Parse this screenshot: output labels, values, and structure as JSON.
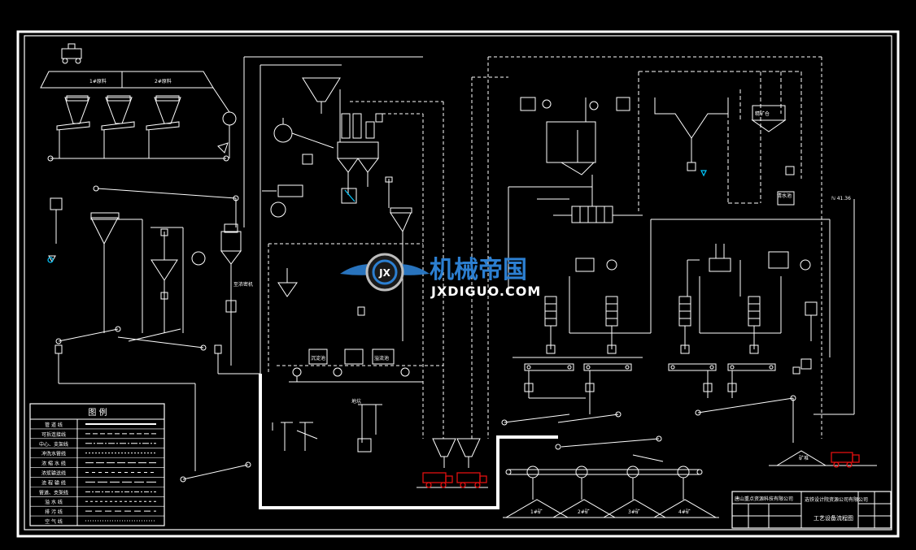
{
  "legend": {
    "title": "图    例",
    "rows": [
      "管 道 线",
      "可拆连接线",
      "中心、支架线",
      "冲洗水管线",
      "浓 缩 水 线",
      "浓浆输送线",
      "流 程 输 线",
      "管道、支架线",
      "溢 水 线",
      "排 污 线",
      "空 气 线"
    ]
  },
  "title_block": {
    "company": "唐山重点资源科技有限公司",
    "sub_company": "选铁设计院资源公司有限公司",
    "drawing_title": "工艺设备流程图",
    "cells": [
      "",
      "",
      "",
      "",
      "",
      ""
    ]
  },
  "watermark": {
    "title": "机械帝国",
    "subtitle": "JXDIGUO.COM",
    "badge": "JX"
  },
  "labels": {
    "top_left_bin": "1#原料",
    "top_right_bin": "2#原料",
    "right_note": "ℕ 41.36",
    "rail_label_1": "矿堆",
    "rail_label_2": "至浓密机",
    "rail_label_3": "地坑",
    "piles": [
      "1#矿",
      "2#矿",
      "3#矿",
      "4#矿"
    ],
    "tank_1": "沉淀池",
    "tank_2": "溢流池",
    "tank_3": "清水池",
    "tank_4": "精矿仓"
  },
  "colors": {
    "background": "#000000",
    "line": "#ffffff",
    "cyan": "#00c8ff",
    "red": "#e01010",
    "wm_blue": "#2c7fd1"
  }
}
